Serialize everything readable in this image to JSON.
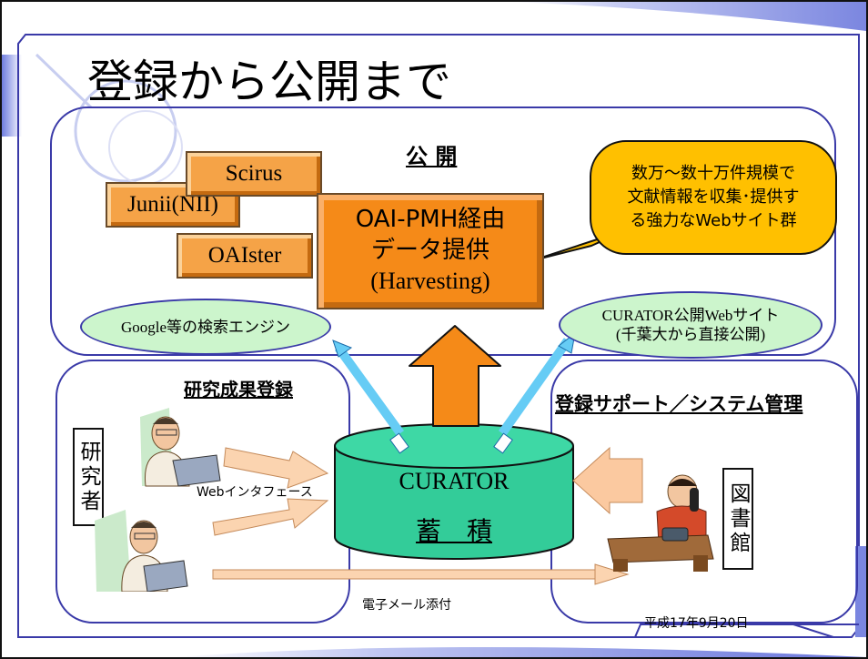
{
  "title": "登録から公開まで",
  "sections": {
    "publish": "公 開",
    "registration": "研究成果登録",
    "support": "登録サポート／システム管理"
  },
  "harvesters": {
    "scirus": "Scirus",
    "junii": "Junii(NII)",
    "oaister": "OAIster"
  },
  "oai": {
    "line1": "OAI-PMH経由",
    "line2": "データ提供",
    "line3": "(Harvesting)"
  },
  "callout": {
    "line1": "数万～数十万件規模で",
    "line2": "文献情報を収集･提供す",
    "line3": "る強力なWebサイト群"
  },
  "google": "Google等の検索エンジン",
  "curator_site": {
    "line1": "CURATOR公開Webサイト",
    "line2": "(千葉大から直接公開)"
  },
  "researcher": "研究者",
  "library": "図書館",
  "web_interface": "Webインタフェース",
  "email": "電子メール添付",
  "repository": {
    "name": "CURATOR",
    "label": "蓄　積"
  },
  "date": "平成17年9月20日",
  "colors": {
    "orange": "#f58a18",
    "light_orange": "#f5a347",
    "callout": "#ffc000",
    "teal": "#33cc99",
    "green": "#ccf5cc",
    "blue_line": "#3a3aa8"
  },
  "icons": [
    "researcher-at-laptop-icon",
    "librarian-on-phone-icon"
  ]
}
